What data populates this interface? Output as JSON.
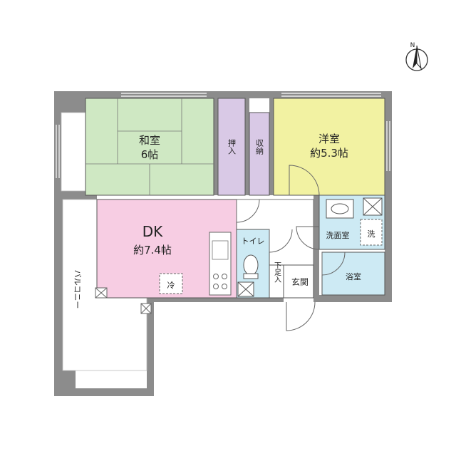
{
  "colors": {
    "wall": "#8c8c8c",
    "washitsu": "#cfe8c3",
    "youshitsu": "#f2f2a2",
    "dk": "#f7cde3",
    "closet": "#d9c9e6",
    "wet": "#cdeaf4",
    "floor": "#ffffff",
    "line": "#555555"
  },
  "compass": {
    "label": "N"
  },
  "rooms": {
    "washitsu": {
      "name": "和室",
      "size": "6帖"
    },
    "youshitsu": {
      "name": "洋室",
      "size": "約5.3帖"
    },
    "dk": {
      "name": "DK",
      "size": "約7.4帖"
    },
    "oshiire": {
      "name": "押入"
    },
    "shuno": {
      "name": "収納"
    },
    "toilet": {
      "name": "トイレ"
    },
    "senmenshitsu": {
      "name": "洗面室"
    },
    "sentaku": {
      "name": "洗"
    },
    "yokushitsu": {
      "name": "浴室"
    },
    "genkan": {
      "name": "玄関"
    },
    "getabako": {
      "name": "下足入"
    },
    "balcony": {
      "name": "バルコニー"
    },
    "reizoko": {
      "name": "冷"
    }
  }
}
